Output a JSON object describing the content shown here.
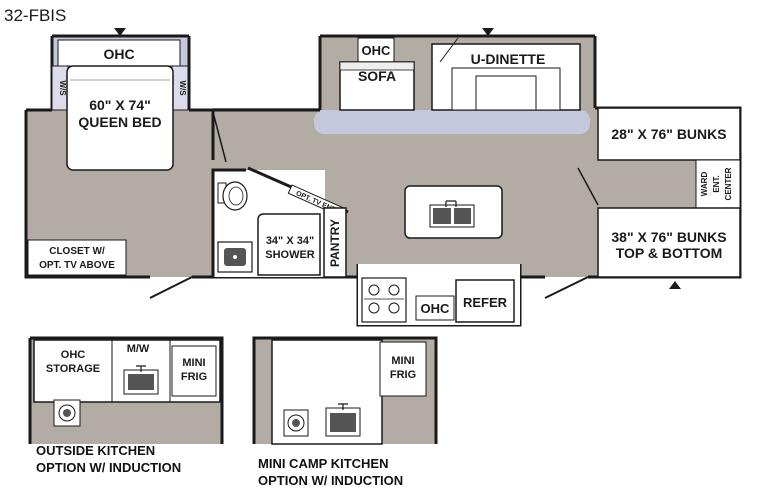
{
  "model_name": "32-FBIS",
  "colors": {
    "floor": "#b2aca4",
    "slide": "#c5c8dc",
    "furniture": "#ffffff",
    "wall": "#1a1a1a",
    "fixture": "#555555"
  },
  "main_plan": {
    "bedroom": {
      "overhead": "OHC",
      "wardrobe_left": "W/S",
      "wardrobe_right": "W/S",
      "bed_size": "60\" X 74\"",
      "bed_type": "QUEEN BED",
      "closet_line1": "CLOSET W/",
      "closet_line2": "OPT. TV ABOVE"
    },
    "bath": {
      "shower_size": "34\" X 34\"",
      "shower_label": "SHOWER",
      "tv_label": "OPT. TV ENT.",
      "pantry": "PANTRY"
    },
    "living": {
      "overhead": "OHC",
      "sofa": "SOFA",
      "dinette": "U-DINETTE"
    },
    "kitchen": {
      "overhead": "OHC",
      "refrigerator": "REFER"
    },
    "bunkroom": {
      "upper_bunks": "28\" X 76\" BUNKS",
      "lower_bunks_line1": "38\" X 76\" BUNKS",
      "lower_bunks_line2": "TOP & BOTTOM",
      "ward_line1": "WARD",
      "ward_line2": "ENT.",
      "ward_line3": "CENTER"
    }
  },
  "outside_kitchen": {
    "storage_line1": "OHC",
    "storage_line2": "STORAGE",
    "microwave": "M/W",
    "fridge_line1": "MINI",
    "fridge_line2": "FRIG",
    "caption_line1": "OUTSIDE KITCHEN",
    "caption_line2": "OPTION W/ INDUCTION"
  },
  "mini_camp_kitchen": {
    "fridge_line1": "MINI",
    "fridge_line2": "FRIG",
    "caption_line1": "MINI CAMP KITCHEN",
    "caption_line2": "OPTION W/ INDUCTION"
  }
}
